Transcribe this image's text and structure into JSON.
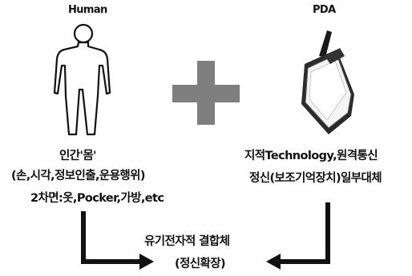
{
  "human": {
    "title": "Human",
    "line1": "인간'몸'",
    "line2": "(손,시각,정보인출,운용행위)",
    "line3": "2차면:옷,Pocker,가방,etc"
  },
  "pda": {
    "title": "PDA",
    "line1": "지적Technology,원격통신",
    "line2": "정신(보조기억장치)일부대체"
  },
  "result": {
    "line1": "유기전자적 결합체",
    "line2": "(정신확장)"
  },
  "colors": {
    "plus_sign": "#7f7f7f",
    "ink": "#111111"
  }
}
